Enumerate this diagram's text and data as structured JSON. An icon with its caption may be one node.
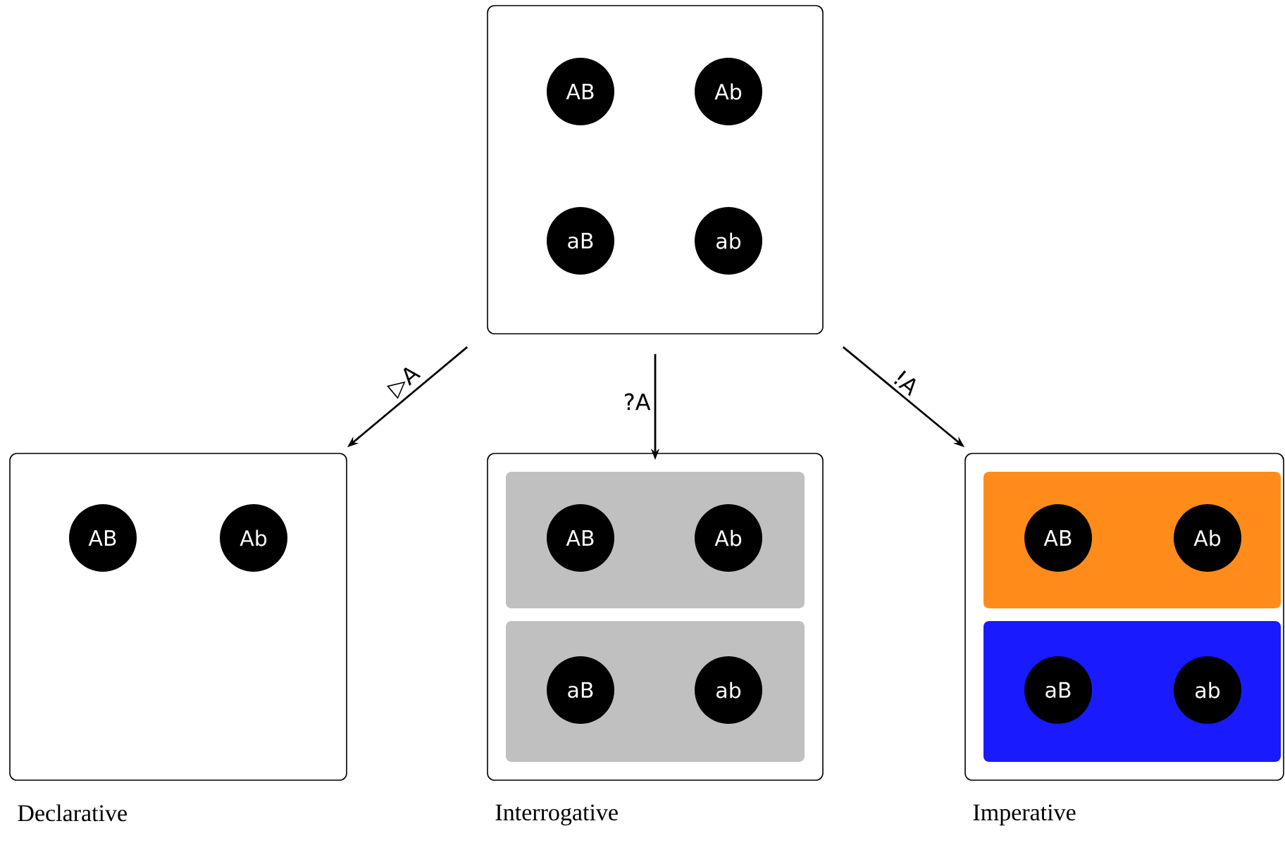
{
  "diagram": {
    "nodes": [
      {
        "text": [],
        "shape": "box"
      },
      {
        "text": [
          "AB"
        ],
        "in": 0
      },
      {
        "text": [
          "Ab"
        ],
        "in": 0
      },
      {
        "text": [
          "aB"
        ],
        "in": 0
      },
      {
        "text": [
          "ab"
        ],
        "in": 0
      },
      {
        "text": [
          "Declarative"
        ]
      },
      {
        "text": [
          "AB"
        ],
        "in": 5
      },
      {
        "text": [
          "Ab"
        ],
        "in": 5
      },
      {
        "text": [
          "Interrogative"
        ]
      },
      {
        "text": [],
        "shape": "box",
        "in": 8
      },
      {
        "text": [
          "AB"
        ],
        "in": 9
      },
      {
        "text": [
          "Ab"
        ],
        "in": 9
      },
      {
        "text": [],
        "shape": "box",
        "in": 8
      },
      {
        "text": [
          "aB"
        ],
        "in": 12
      },
      {
        "text": [
          "ab"
        ],
        "in": 12
      },
      {
        "text": [
          "Imperative"
        ]
      },
      {
        "text": [],
        "shape": "box",
        "in": 15
      },
      {
        "text": [
          "AB"
        ],
        "in": 16
      },
      {
        "text": [
          "Ab"
        ],
        "in": 16
      },
      {
        "text": [],
        "shape": "box",
        "in": 15
      },
      {
        "text": [
          "aB"
        ],
        "in": 19
      },
      {
        "text": [
          "ab"
        ],
        "in": 19
      }
    ],
    "edges": [
      {
        "from": 0,
        "to": 5,
        "arrow": "to",
        "label": "▷A"
      },
      {
        "from": 0,
        "to": 8,
        "arrow": "to",
        "label": "?A"
      },
      {
        "from": 0,
        "to": 15,
        "arrow": "to",
        "label": "!A"
      }
    ]
  }
}
